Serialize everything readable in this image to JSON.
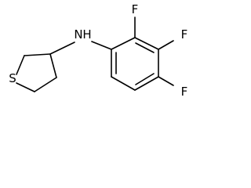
{
  "molecule": {
    "atom_labels": {
      "sulfur": "S",
      "amine": "N",
      "amine_h": "H",
      "fluorine_2": "F",
      "fluorine_3": "F",
      "fluorine_4": "F"
    },
    "colors": {
      "bond": "#000000",
      "label": "#000000",
      "background": "#ffffff"
    }
  }
}
